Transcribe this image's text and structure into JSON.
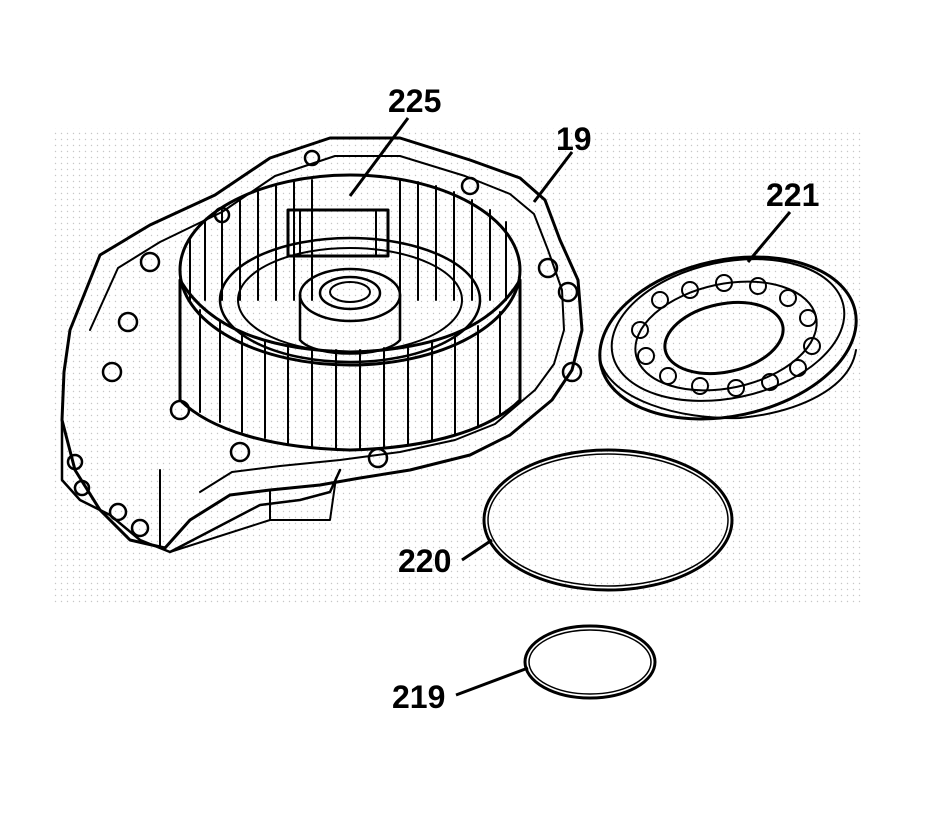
{
  "diagram": {
    "colors": {
      "line": "#000000",
      "stipple": "#9a9a9a",
      "background": "#ffffff"
    },
    "callouts": [
      {
        "id": "225",
        "label": "225"
      },
      {
        "id": "19",
        "label": "19"
      },
      {
        "id": "221",
        "label": "221"
      },
      {
        "id": "220",
        "label": "220"
      },
      {
        "id": "219",
        "label": "219"
      }
    ]
  }
}
